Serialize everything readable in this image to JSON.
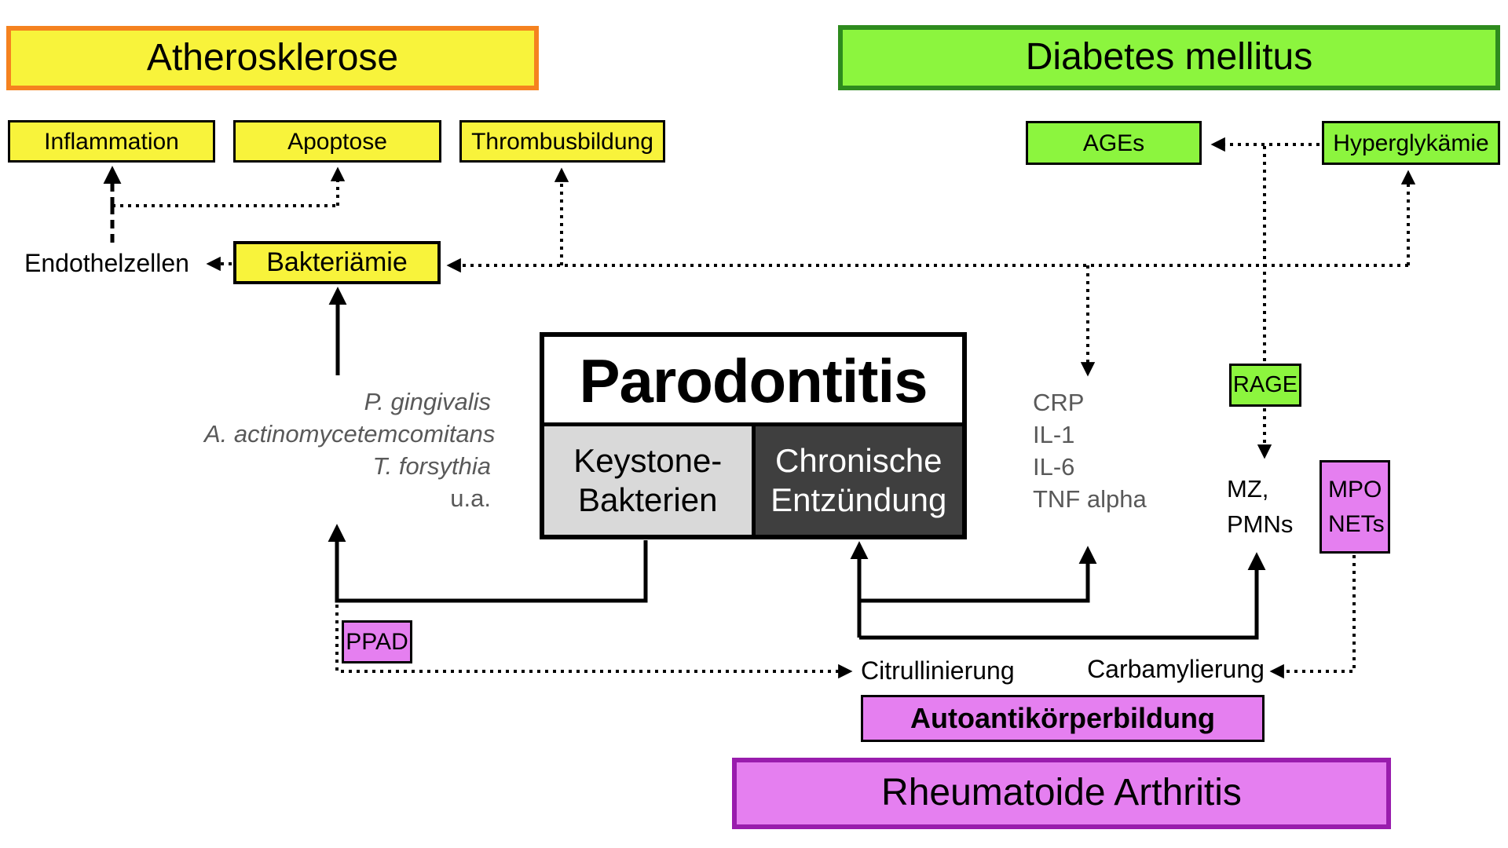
{
  "diagram": {
    "atherosklerose": "Atherosklerose",
    "diabetes": "Diabetes mellitus",
    "rheumatoide_arthritis": "Rheumatoide Arthritis",
    "inflammation": "Inflammation",
    "apoptose": "Apoptose",
    "thrombusbildung": "Thrombusbildung",
    "ages": "AGEs",
    "hyperglykaemie": "Hyperglykämie",
    "endothelzellen": "Endothelzellen",
    "bakteriaemie": "Bakteriämie",
    "parodontitis": "Parodontitis",
    "keystone": "Keystone-\nBakterien",
    "chronische": "Chronische\nEntzündung",
    "bacteria": [
      "P. gingivalis",
      "A. actinomycetemcomitans",
      "T. forsythia"
    ],
    "bacteria_etc": "u.a.",
    "mediators": [
      "CRP",
      "IL-1",
      "IL-6",
      "TNF alpha"
    ],
    "rage": "RAGE",
    "mz_line1": "MZ,",
    "mz_line2": "PMNs",
    "mpo_line1": "MPO",
    "mpo_line2": "NETs",
    "ppad": "PPAD",
    "citrullinierung": "Citrullinierung",
    "carbamylierung": "Carbamylierung",
    "autoantikoerperbildung": "Autoantikörperbildung"
  },
  "colors": {
    "yellow": "#F8F33B",
    "orange": "#F5821F",
    "green": "#8CF53E",
    "greendark": "#2E8B1E",
    "magenta": "#E57FF0",
    "purple": "#991CAD",
    "graylight": "#D9D9D9",
    "graydark": "#3F3F3F",
    "graytext": "#595959"
  }
}
